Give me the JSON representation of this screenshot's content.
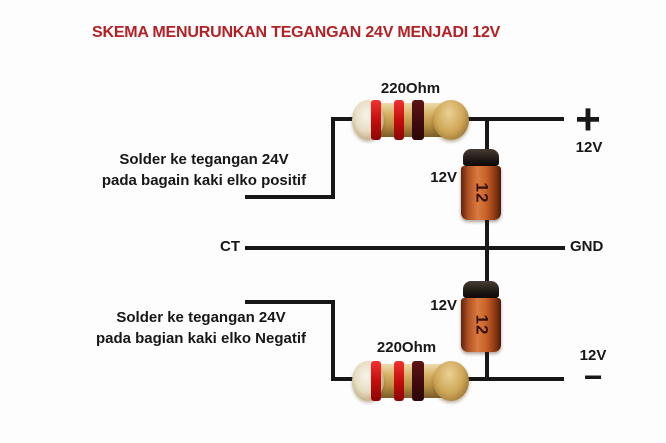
{
  "title": "SKEMA MENURUNKAN TEGANGAN 24V MENJADI 12V",
  "colors": {
    "title_red": "#b32025",
    "wire_black": "#171717",
    "resistor_body_tan": "#d5af64",
    "resistor_band_red": "#c60d0d",
    "resistor_band_dark_brown": "#3e0a0c",
    "diode_body_copper": "#c96428",
    "diode_cap_black": "#1a1411",
    "background": "#fdfdfd"
  },
  "components": {
    "resistor_top": {
      "label": "220Ohm"
    },
    "resistor_bottom": {
      "label": "220Ohm"
    },
    "diode_top": {
      "label": "12V",
      "marking": "12"
    },
    "diode_bottom": {
      "label": "12V",
      "marking": "12"
    }
  },
  "terminals": {
    "positive_sign": "+",
    "positive_label": "12V",
    "center_tap": "CT",
    "ground": "GND",
    "negative_label": "12V",
    "negative_sign": "−"
  },
  "annotations": {
    "top_line1": "Solder ke tegangan 24V",
    "top_line2": "pada bagain kaki elko positif",
    "bottom_line1": "Solder ke tegangan 24V",
    "bottom_line2": "pada bagian kaki elko Negatif"
  }
}
